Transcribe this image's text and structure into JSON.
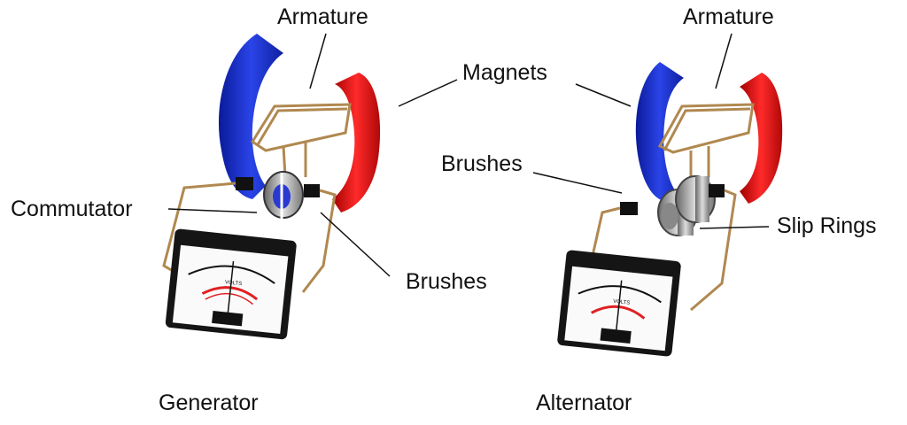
{
  "generator": {
    "title": "Generator",
    "labels": {
      "armature": "Armature",
      "commutator": "Commutator",
      "brushes": "Brushes"
    },
    "meter_label": "VOLTS"
  },
  "alternator": {
    "title": "Alternator",
    "labels": {
      "armature": "Armature",
      "brushes": "Brushes",
      "slip_rings": "Slip Rings"
    },
    "meter_label": "VOLTS"
  },
  "shared_labels": {
    "magnets": "Magnets"
  },
  "colors": {
    "north_magnet": "#1a2fd0",
    "south_magnet": "#e01010",
    "wire": "#b08850",
    "meter_scale_red": "#e02020"
  }
}
